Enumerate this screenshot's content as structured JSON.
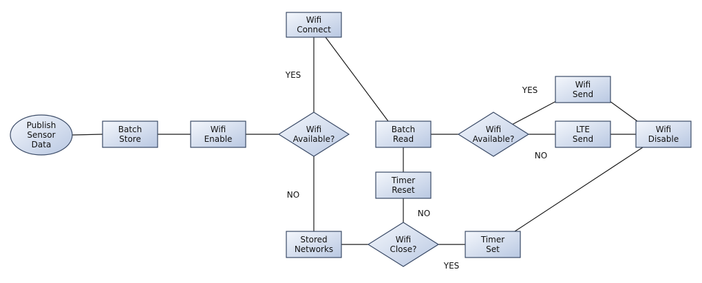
{
  "diagram": {
    "node_fill_start": "#f4f7fc",
    "node_fill_end": "#b9c8e2",
    "node_stroke": "#3a4a66",
    "nodes": [
      {
        "id": "publish",
        "shape": "ellipse",
        "lines": [
          "Publish",
          "Sensor",
          "Data"
        ]
      },
      {
        "id": "batch_store",
        "shape": "rect",
        "lines": [
          "Batch",
          "Store"
        ]
      },
      {
        "id": "wifi_enable",
        "shape": "rect",
        "lines": [
          "Wifi",
          "Enable"
        ]
      },
      {
        "id": "wifi_available_1",
        "shape": "diamond",
        "lines": [
          "Wifi",
          "Available?"
        ]
      },
      {
        "id": "wifi_connect",
        "shape": "rect",
        "lines": [
          "Wifi",
          "Connect"
        ]
      },
      {
        "id": "batch_read",
        "shape": "rect",
        "lines": [
          "Batch",
          "Read"
        ]
      },
      {
        "id": "wifi_available_2",
        "shape": "diamond",
        "lines": [
          "Wifi",
          "Available?"
        ]
      },
      {
        "id": "wifi_send",
        "shape": "rect",
        "lines": [
          "Wifi",
          "Send"
        ]
      },
      {
        "id": "lte_send",
        "shape": "rect",
        "lines": [
          "LTE",
          "Send"
        ]
      },
      {
        "id": "wifi_disable",
        "shape": "rect",
        "lines": [
          "Wifi",
          "Disable"
        ]
      },
      {
        "id": "timer_reset",
        "shape": "rect",
        "lines": [
          "Timer",
          "Reset"
        ]
      },
      {
        "id": "stored_networks",
        "shape": "rect",
        "lines": [
          "Stored",
          "Networks"
        ]
      },
      {
        "id": "wifi_close",
        "shape": "diamond",
        "lines": [
          "Wifi",
          "Close?"
        ]
      },
      {
        "id": "timer_set",
        "shape": "rect",
        "lines": [
          "Timer",
          "Set"
        ]
      }
    ],
    "edges": [
      {
        "from": "publish",
        "to": "batch_store",
        "label": ""
      },
      {
        "from": "batch_store",
        "to": "wifi_enable",
        "label": ""
      },
      {
        "from": "wifi_enable",
        "to": "wifi_available_1",
        "label": ""
      },
      {
        "from": "wifi_available_1",
        "to": "wifi_connect",
        "label": "YES"
      },
      {
        "from": "wifi_available_1",
        "to": "stored_networks",
        "label": "NO"
      },
      {
        "from": "wifi_connect",
        "to": "batch_read",
        "label": ""
      },
      {
        "from": "batch_read",
        "to": "wifi_available_2",
        "label": ""
      },
      {
        "from": "wifi_available_2",
        "to": "wifi_send",
        "label": "YES"
      },
      {
        "from": "wifi_available_2",
        "to": "lte_send",
        "label": "NO"
      },
      {
        "from": "wifi_send",
        "to": "wifi_disable",
        "label": ""
      },
      {
        "from": "lte_send",
        "to": "wifi_disable",
        "label": ""
      },
      {
        "from": "wifi_disable",
        "to": "timer_set",
        "label": ""
      },
      {
        "from": "batch_read",
        "to": "timer_reset",
        "label": ""
      },
      {
        "from": "timer_reset",
        "to": "wifi_close",
        "label": "NO"
      },
      {
        "from": "stored_networks",
        "to": "wifi_close",
        "label": ""
      },
      {
        "from": "wifi_close",
        "to": "timer_set",
        "label": "YES"
      }
    ]
  }
}
